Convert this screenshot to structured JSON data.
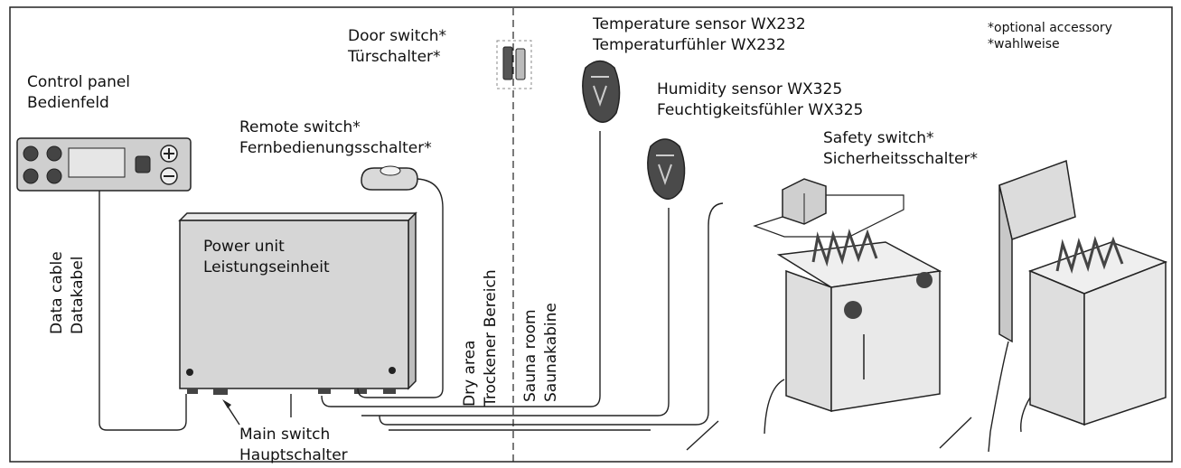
{
  "labels": {
    "control_panel": [
      "Control panel",
      "Bedienfeld"
    ],
    "door_switch": [
      "Door switch*",
      "Türschalter*"
    ],
    "temperature_sensor": [
      "Temperature sensor WX232",
      "Temperaturfühler WX232"
    ],
    "optional": [
      "*optional accessory",
      "*wahlweise"
    ],
    "humidity_sensor": [
      "Humidity sensor WX325",
      "Feuchtigkeitsfühler WX325"
    ],
    "remote_switch": [
      "Remote switch*",
      "Fernbedienungsschalter*"
    ],
    "safety_switch": [
      "Safety switch*",
      "Sicherheitsschalter*"
    ],
    "power_unit": [
      "Power unit",
      "Leistungseinheit"
    ],
    "data_cable": [
      "Data cable",
      "Datakabel"
    ],
    "dry_area": [
      "Dry area",
      "Trockener Bereich"
    ],
    "sauna_room": [
      "Sauna room",
      "Saunakabine"
    ],
    "main_switch": [
      "Main switch",
      "Hauptschalter"
    ]
  },
  "colors": {
    "line": "#222222",
    "panel": "#c9c9c9",
    "unit": "#d6d6d6",
    "heater": "#e2e2e2",
    "sensor": "#555555"
  }
}
